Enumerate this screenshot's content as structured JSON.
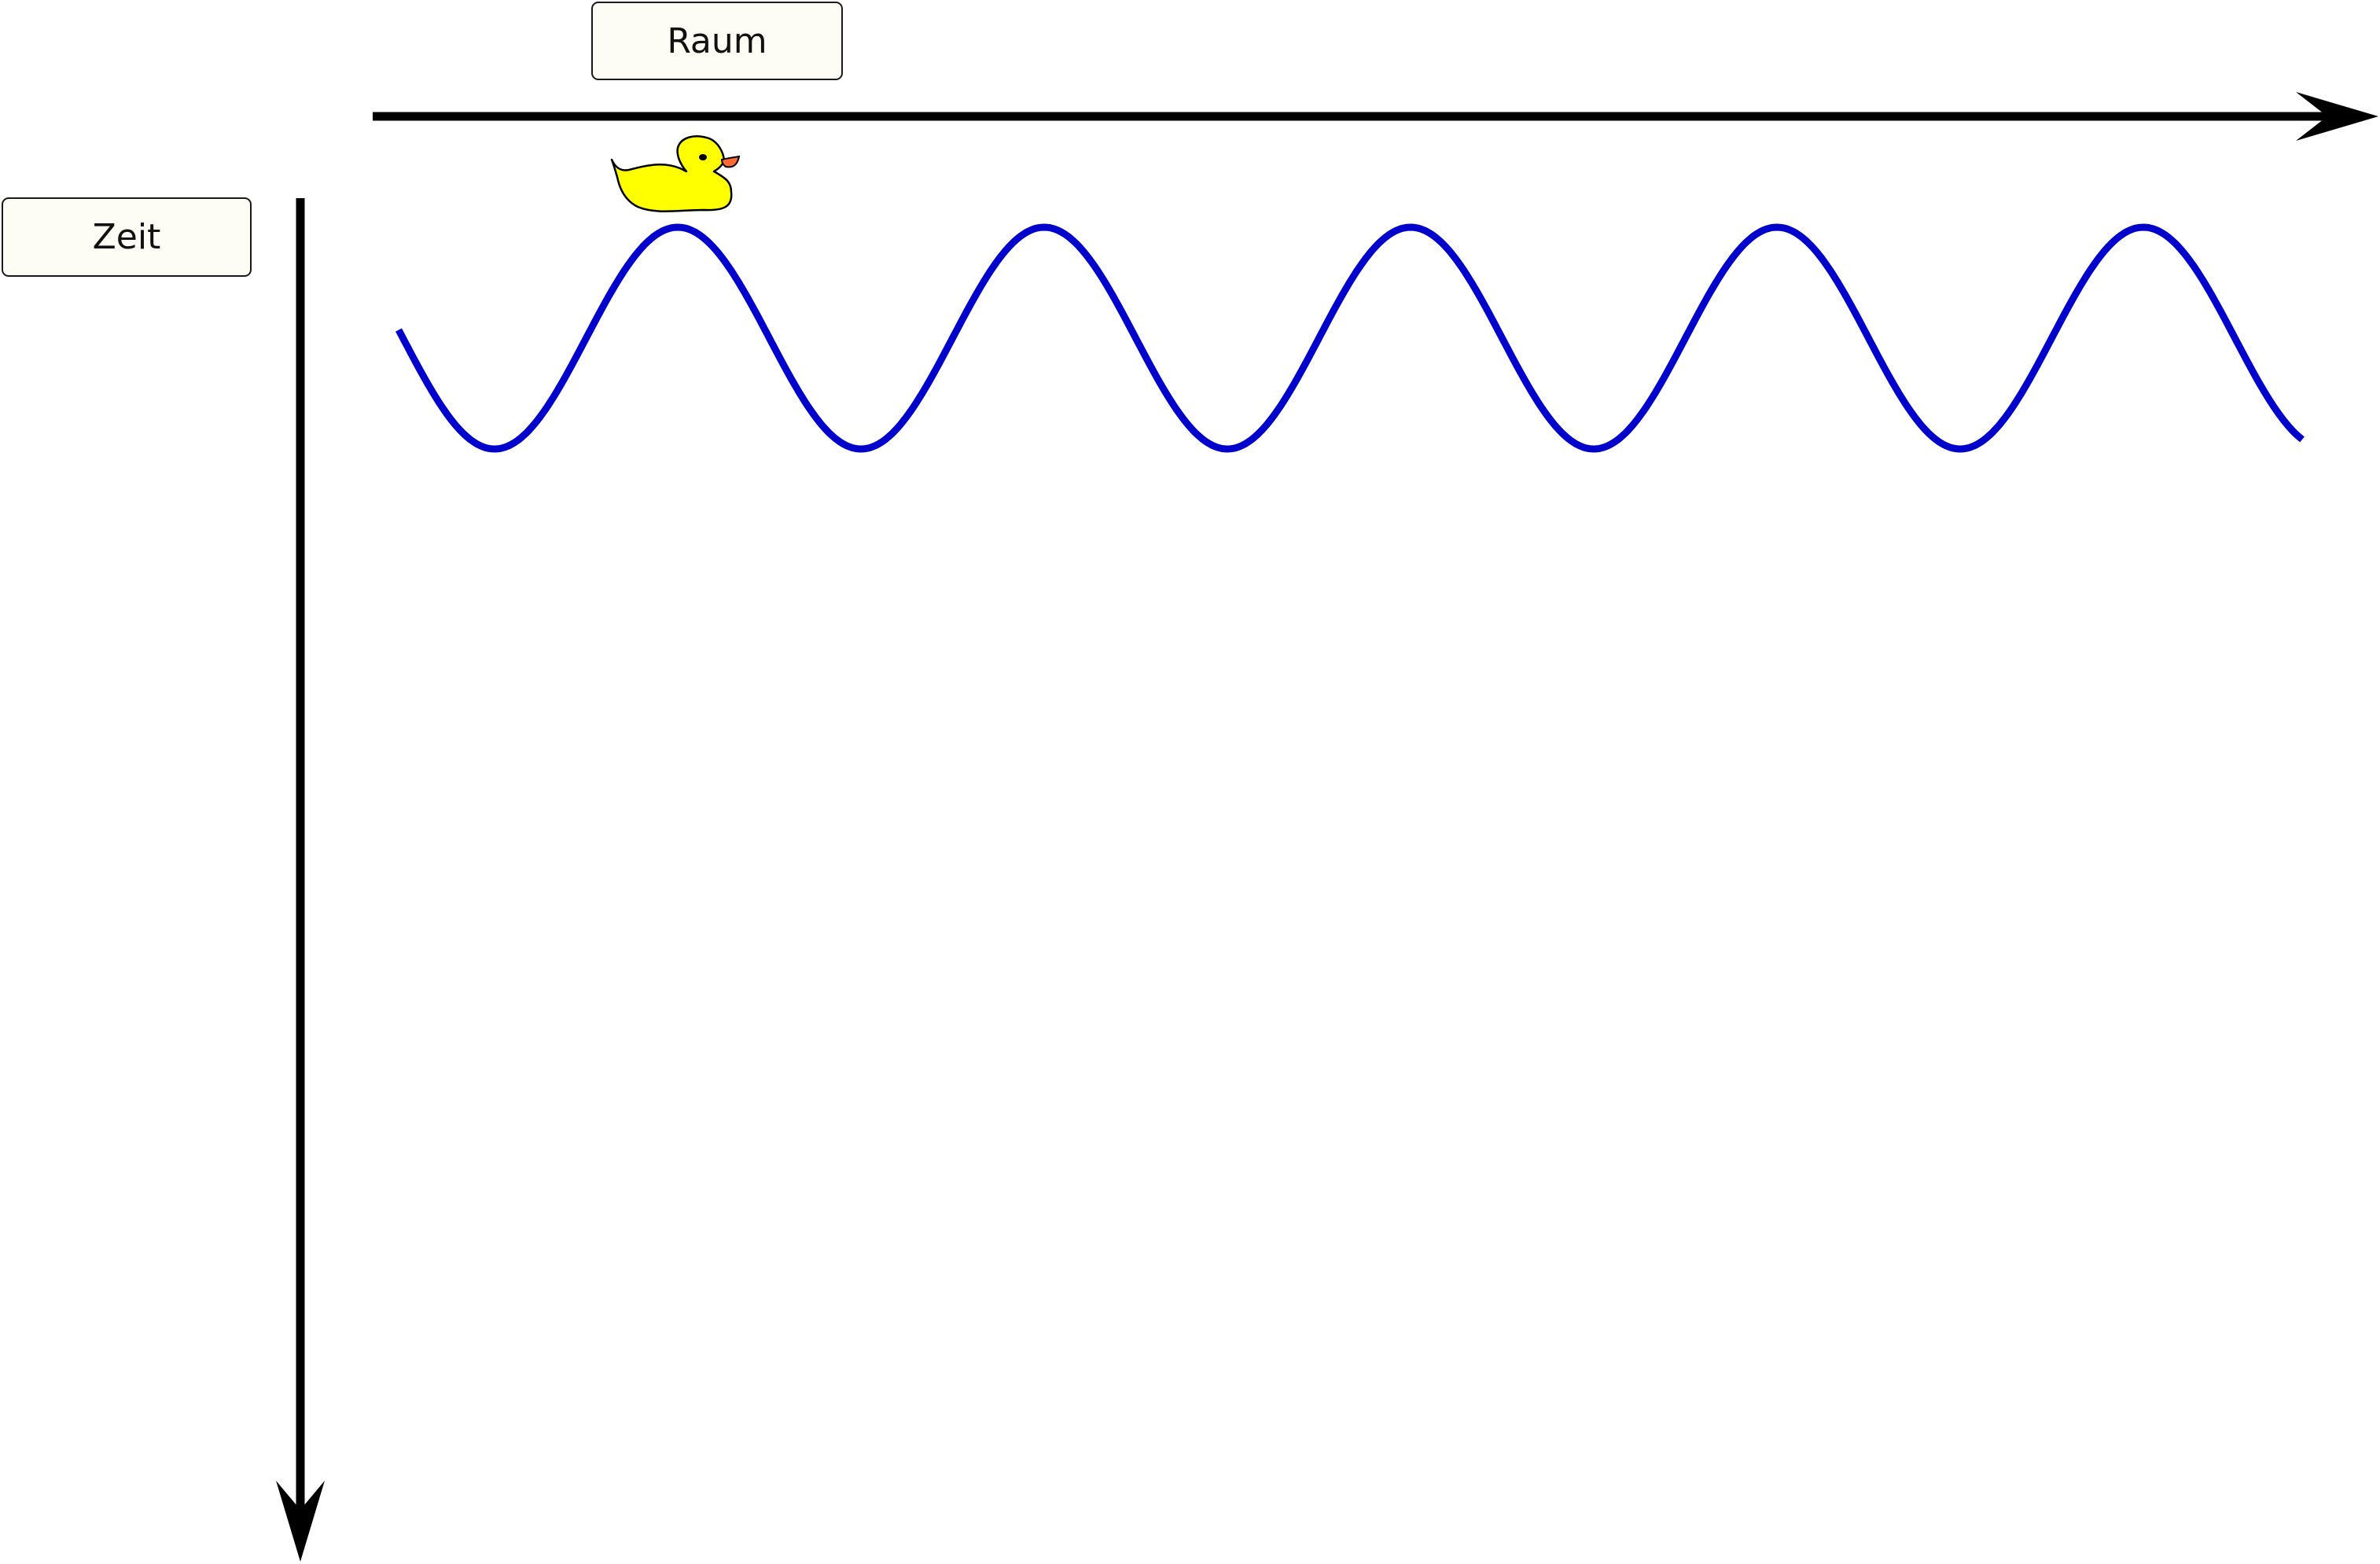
{
  "labels": {
    "space": "Raum",
    "time": "Zeit"
  },
  "colors": {
    "axis": "#000000",
    "wave": "#0000cc",
    "label_fill": "#fdfdf6",
    "duck_body": "#ffff00",
    "duck_beak": "#ff6a33"
  },
  "wave": {
    "type": "sine",
    "crests": 5,
    "troughs": 5
  },
  "icons": {
    "duck": "rubber-duck-icon"
  }
}
